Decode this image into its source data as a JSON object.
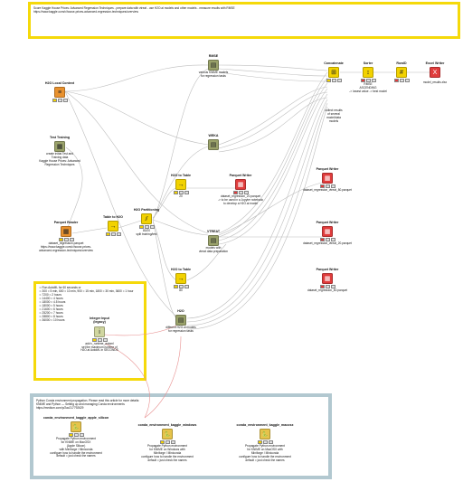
{
  "annotations": {
    "header": "Score Kaggle House Prices: Advanced Regression Techniques - prepare data with vtreat - use H2O.ai models and other models - measure results with RMSE\nhttps://www.kaggle.com/c/house-prices-advanced-regression-techniques/overview",
    "automl": "⇒ Run AutoML for 60 seconds or\n⇒ 300 = 5 min, 600 = 10 min, 900 = 15 min, 1800 = 30 min, 3600 = 1 hour\n⇒ 7200 = 2 hours\n⇒ 14400 = 4 hours\n⇒ 18000 = 4.5 hours\n⇒ 18000 = 5 hours\n⇒ 21600 = 6 hours\n⇒ 25200 = 7 hours\n⇒ 28800 = 8 hours\n⇒ 36000 = 10 hours",
    "conda": "Python Conda environment propagation. Please read this article for more details:\nKNIME and Python — Setting up and managing Conda environments\nhttps://medium.com/p/2ac217792629"
  },
  "colors": {
    "header_border": "#f5d90a",
    "automl_border": "#f5d90a",
    "conda_border": "#b2c8d0",
    "connection": "#b8b8b8",
    "flow_variable": "#e89090",
    "learner": "#9aa26a",
    "manipulator": "#f2d200",
    "reader": "#e8912e",
    "writer": "#e03c3c",
    "python": "#e6c34a"
  },
  "nodes": [
    {
      "id": "rmse_top",
      "title": "RMSE",
      "desc": "various KNIME models\nfor regression tasks",
      "icon": "metanode-icon",
      "glyph": "▤"
    },
    {
      "id": "concatenate",
      "title": "Concatenate",
      "desc": "collect results\nof several\nmodel/data\nmodels",
      "icon": "concatenate-icon",
      "glyph": "⊞"
    },
    {
      "id": "sorter",
      "title": "Sorter",
      "desc": "RMSE\nASCENDING\n-> lowest value -> best model",
      "icon": "sorter-icon",
      "glyph": "↕"
    },
    {
      "id": "rowid",
      "title": "RowID",
      "desc": "",
      "icon": "rowid-icon",
      "glyph": "#"
    },
    {
      "id": "excel",
      "title": "Excel Writer",
      "desc": "model_results.xlsx",
      "icon": "excel-icon",
      "glyph": "X"
    },
    {
      "id": "h2o_local",
      "title": "H2O Local Context",
      "desc": "",
      "icon": "h2o-context-icon",
      "glyph": "≡"
    },
    {
      "id": "test_training",
      "title": "Test Training",
      "desc": "create initial Test and\nTraining data\nKaggle House Prices: Advanced Regression Techniques",
      "icon": "metanode-icon",
      "glyph": "▦"
    },
    {
      "id": "weka",
      "title": "WEKA",
      "desc": "",
      "icon": "metanode-icon",
      "glyph": "▤"
    },
    {
      "id": "h2o_table_1",
      "title": "H2O to Table",
      "desc": "20",
      "icon": "h2o-table-icon",
      "glyph": "→"
    },
    {
      "id": "parquet_writer_1",
      "title": "Parquet Writer",
      "desc": "dataset_regression_20.parquet\n-> to be used in a Jupyter notebook\nto develop a H2O.ai model",
      "icon": "parquet-writer-icon",
      "glyph": "▦"
    },
    {
      "id": "parquet_writer_2",
      "title": "Parquet Writer",
      "desc": "dataset_regression_vtreat_80.parquet",
      "icon": "parquet-writer-icon",
      "glyph": "▦"
    },
    {
      "id": "parquet_reader",
      "title": "Parquet Reader",
      "desc": "dataset_regression.parquet\nhttps://www.kaggle.com/c/house-prices-advanced-regression-techniques/overview",
      "icon": "parquet-reader-icon",
      "glyph": "▦"
    },
    {
      "id": "table_to_h2o",
      "title": "Table to H2O",
      "desc": "",
      "icon": "table-h2o-icon",
      "glyph": "→"
    },
    {
      "id": "h2o_partitioning",
      "title": "H2O Partitioning",
      "desc": "80/20\nsplit training/test",
      "icon": "partition-icon",
      "glyph": "⫽"
    },
    {
      "id": "vtreat",
      "title": "VTREAT",
      "desc": "models with\nvtreat data preparation",
      "icon": "metanode-icon",
      "glyph": "▤"
    },
    {
      "id": "parquet_writer_3",
      "title": "Parquet Writer",
      "desc": "dataset_regression_vtreat_20.parquet",
      "icon": "parquet-writer-icon",
      "glyph": "▦"
    },
    {
      "id": "h2o_table_2",
      "title": "H2O to Table",
      "desc": "80",
      "icon": "h2o-table-icon",
      "glyph": "→"
    },
    {
      "id": "parquet_writer_4",
      "title": "Parquet Writer",
      "desc": "dataset_regression_80.parquet",
      "icon": "parquet-writer-icon",
      "glyph": "▦"
    },
    {
      "id": "integer_input",
      "title": "Integer Input\n(legacy)",
      "desc": "add v_runtime_automl\nset the maximum runtime of\nH2O.ai AutoML in SECONDS",
      "icon": "integer-input-icon",
      "glyph": "i"
    },
    {
      "id": "h2o_meta",
      "title": "H2O",
      "desc": "different H2O.ai models\nfor regression tasks",
      "icon": "metanode-icon",
      "glyph": "▤"
    },
    {
      "id": "conda_1",
      "title": "conda_environment_kaggle_apple_silicon",
      "desc": "Propagate Python environment\nfor KNIME on MacOSX\n(Apple Silicon)\nwith Miniforge / Miniconda\nconfigure how to handle the environment\ndefault = just check the names",
      "icon": "conda-icon",
      "glyph": "🐍"
    },
    {
      "id": "conda_2",
      "title": "conda_environment_kaggle_windows",
      "desc": "Propagate Python environment\nfor KNIME on Windows with\nMiniforge / Miniconda\nconfigure how to handle the environment\ndefault = just check the names",
      "icon": "conda-icon",
      "glyph": "🐍"
    },
    {
      "id": "conda_3",
      "title": "conda_environment_kaggle_macosx",
      "desc": "Propagate Python environment\nfor KNIME on MacOSX with\nMiniforge / Miniconda\nconfigure how to handle the environment\ndefault = just check the names",
      "icon": "conda-icon",
      "glyph": "🐍"
    }
  ]
}
